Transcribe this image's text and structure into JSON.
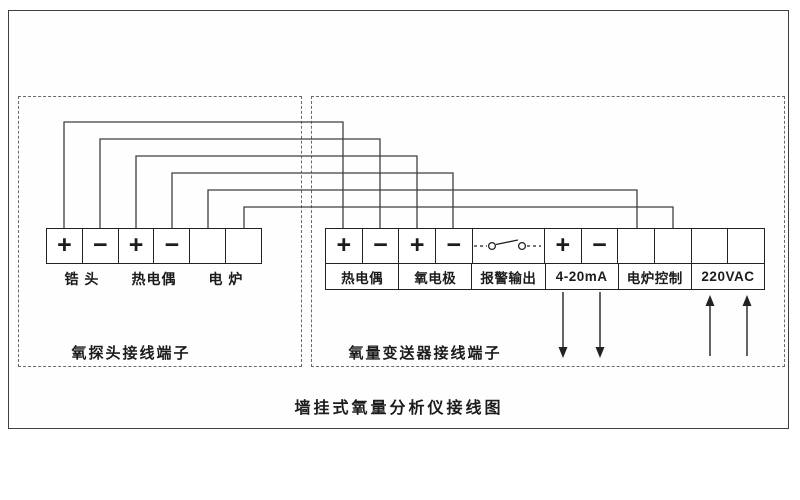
{
  "title": "墙挂式氧量分析仪接线图",
  "left_block": {
    "caption": "氧探头接线端子",
    "terminals": [
      "+",
      "−",
      "+",
      "−",
      "",
      ""
    ],
    "labels": [
      "锆 头",
      "热电偶",
      "电 炉"
    ]
  },
  "right_block": {
    "caption": "氧量变送器接线端子",
    "terminals": [
      "+",
      "−",
      "+",
      "−",
      "",
      "+",
      "−",
      "",
      "",
      "",
      ""
    ],
    "labels": [
      "热电偶",
      "氧电极",
      "报警输出",
      "4-20mA",
      "电炉控制",
      "220VAC"
    ]
  },
  "colors": {
    "line": "#3f3f3f",
    "dashed_box": "#6a6a6a",
    "background": "#ffffff"
  }
}
